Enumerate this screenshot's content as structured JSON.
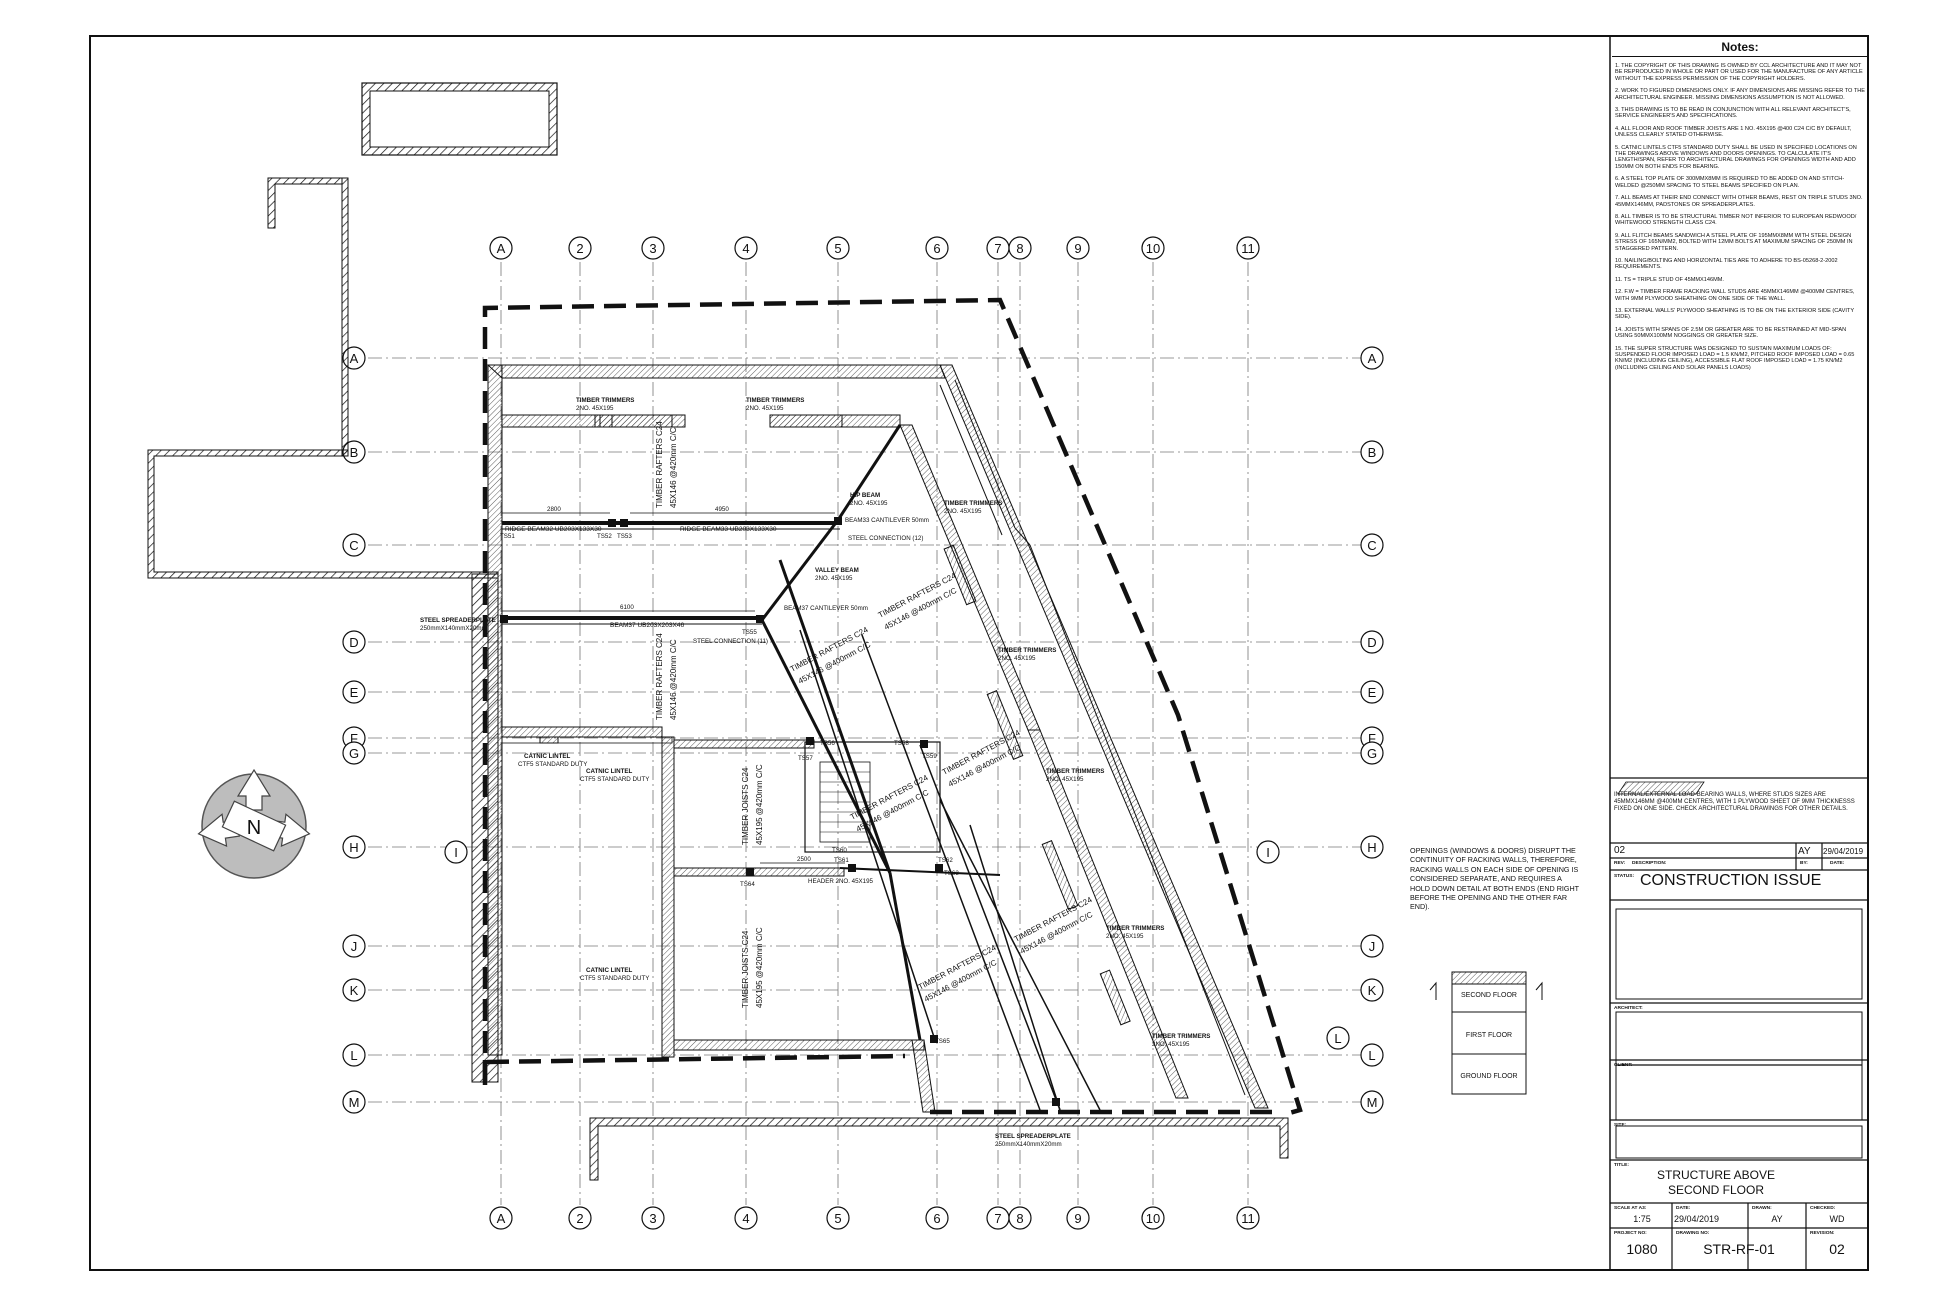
{
  "notes": {
    "title": "Notes:",
    "items": [
      "1. The copyright of this drawing is owned by CCL Architecture and it may not be reproduced in whole or part or used for the manufacture of any article without the express permission of the copyright holders.",
      "2. Work to figured dimensions only. If any dimensions are missing refer to the architectural engineer. Missing dimensions assumption is not allowed.",
      "3. This drawing is to be read in conjunction with all relevant architect's, service engineer's and specifications.",
      "4. All floor and roof timber joists are 1 No. 45x195 @400 C24 c/c by default, unless clearly stated otherwise.",
      "5. Catnic lintels CTF5 standard duty shall be used in specified locations on the drawings above windows and doors openings. To calculate it's length/span, refer to architectural drawings for openings width and add 150mm on both ends for bearing.",
      "6. A steel top plate of 300mmX8mm is required to be added on and stitch-welded @250mm spacing to steel beams specified on plan.",
      "7. All beams at their end connect with other beams, rest on triple studs 3No. 45mmX146mm, padstones or spreaderplates.",
      "8. All timber is to be structural timber not inferior to European redwood/ whitewood strength class C24.",
      "9. All flitch beams sandwich a steel plate of 195mmX8mm with steel design stress of 165N/mm2, bolted with 12mm bolts at maximum spacing of 250mm in staggered pattern.",
      "10. Nailing/bolting and horizontal ties are to adhere to BS-05268-2-2002 requirements.",
      "11. TS = triple stud of 45mmX146mm.",
      "12. F.W = timber frame racking wall studs are 45mmX146mm @400mm centres, with 9mm plywood sheathing on one side of the wall.",
      "13. External walls' plywood sheathing is to be on the exterior side (cavity side).",
      "14. Joists with spans of 2.5m or greater are to be restrained at mid-span using 50mmX100mm noggings or greater size.",
      "15. The super structure was designed to sustain maximum loads of: suspended floor imposed load = 1.5 kN/m2, pitched roof imposed load = 0.65 kN/m2 (including ceiling), accessible flat roof imposed load = 1.75 kN/m2 (including ceiling and solar panels loads)"
    ],
    "legend": "Internal/external load-bearing walls, where studs sizes are 45mmX146mm @400mm centres, with 1 plywood sheet of 9mm thicknesss fixed on one side. Check architectural drawings for other details."
  },
  "opening_note": "Openings (windows & doors) disrupt the continuity of racking walls, therefore, racking walls on each side of opening is considered separate, and requires a hold down detail at both ends (end right before the opening and the other far end).",
  "floors": [
    "SECOND FLOOR",
    "FIRST FLOOR",
    "GROUND FLOOR"
  ],
  "grid": {
    "columns": [
      "A",
      "2",
      "3",
      "4",
      "5",
      "6",
      "7",
      "8",
      "9",
      "10",
      "11"
    ],
    "rows": [
      "A",
      "B",
      "C",
      "D",
      "E",
      "F",
      "G",
      "H",
      "J",
      "K",
      "L",
      "M"
    ],
    "extra": "I"
  },
  "labels": {
    "beams": {
      "ridge_left": "RIDGE BEAM32 UB203X133X30",
      "ridge_right": "RIDGE BEAM33 UB203X133X30",
      "beam37": "BEAM37 UB203X203X46",
      "dim_2800": "2800",
      "dim_4950": "4950",
      "dim_6100": "6100",
      "dim_2500": "2500"
    },
    "studs": [
      "TS51",
      "TS52",
      "TS53",
      "TS55",
      "TS56",
      "TS57",
      "TS58",
      "TS59",
      "TS60",
      "TS61",
      "TS62",
      "TS63",
      "TS64",
      "TS65"
    ],
    "rafters_vertical_1": "TIMBER RAFTERS C24",
    "rafters_vertical_1b": "45X146 @420mm C/C",
    "rafters_vertical_2": "TIMBER RAFTERS C24",
    "rafters_vertical_2b": "45X146 @420mm C/C",
    "joists_1": "TIMBER JOISTS C24",
    "joists_1b": "45X195 @420mm C/C",
    "joists_2": "TIMBER JOISTS C24",
    "joists_2b": "45X195 @420mm C/C",
    "rafters_diag_1": "TIMBER RAFTERS C24",
    "rafters_diag_1b": "45X146 @400mm C/C",
    "rafters_diag_2": "TIMBER RAFTERS C24",
    "rafters_diag_2b": "45X146 @400mm C/C",
    "rafters_diag_3": "TIMBER RAFTERS C24",
    "rafters_diag_3b": "45X146 @400mm C/C",
    "rafters_diag_4": "TIMBER RAFTERS C24",
    "rafters_diag_4b": "45X146 @400mm C/C",
    "rafters_diag_5": "TIMBER RAFTERS C24",
    "rafters_diag_5b": "45X146 @400mm C/C",
    "trimmer": "TIMBER TRIMMERS",
    "trimmer_b": "2NO. 45X195",
    "catnic": "CATNIC LINTEL",
    "catnic_b": "CTF5 STANDARD DUTY",
    "spreader_left": "STEEL SPREADERPLATE",
    "spreader_left_b": "250mmX140mmX20mm",
    "spreader_bottom": "STEEL SPREADERPLATE",
    "spreader_bottom_b": "250mmX140mmX20mm",
    "hip_beam": "HIP BEAM",
    "hip_beam_b": "2NO. 45X195",
    "valley_beam": "VALLEY BEAM",
    "valley_beam_b": "2NO. 45X195",
    "cantilever_1": "BEAM33 CANTILEVER 50mm",
    "cantilever_2": "BEAM37 CANTILEVER 50mm",
    "connection_1": "STEEL CONNECTION (12)",
    "connection_2": "STEEL CONNECTION (11)",
    "header": "HEADER 2NO. 45X195",
    "compass": "N"
  },
  "title_block": {
    "rev_no": "02",
    "rev_by": "AY",
    "rev_date": "29/04/2019",
    "rev_label": "REV:",
    "desc_label": "DESCRIPTION:",
    "by_label": "BY:",
    "date_label": "DATE:",
    "status_label": "STATUS:",
    "status": "CONSTRUCTION ISSUE",
    "architect_label": "ARCHITECT:",
    "client_label": "CLIENT:",
    "site_label": "SITE:",
    "title_label": "TITLE:",
    "title_line1": "STRUCTURE ABOVE",
    "title_line2": "SECOND FLOOR",
    "scale_label": "SCALE AT A3:",
    "scale": "1:75",
    "date2_label": "DATE:",
    "date2": "29/04/2019",
    "drawn_label": "DRAWN:",
    "drawn": "AY",
    "checked_label": "CHECKED:",
    "checked": "WD",
    "project_label": "PROJECT NO:",
    "project": "1080",
    "drawing_label": "DRAWING NO:",
    "drawing": "STR-RF-01",
    "revision_label": "REVISION:",
    "revision": "02"
  }
}
